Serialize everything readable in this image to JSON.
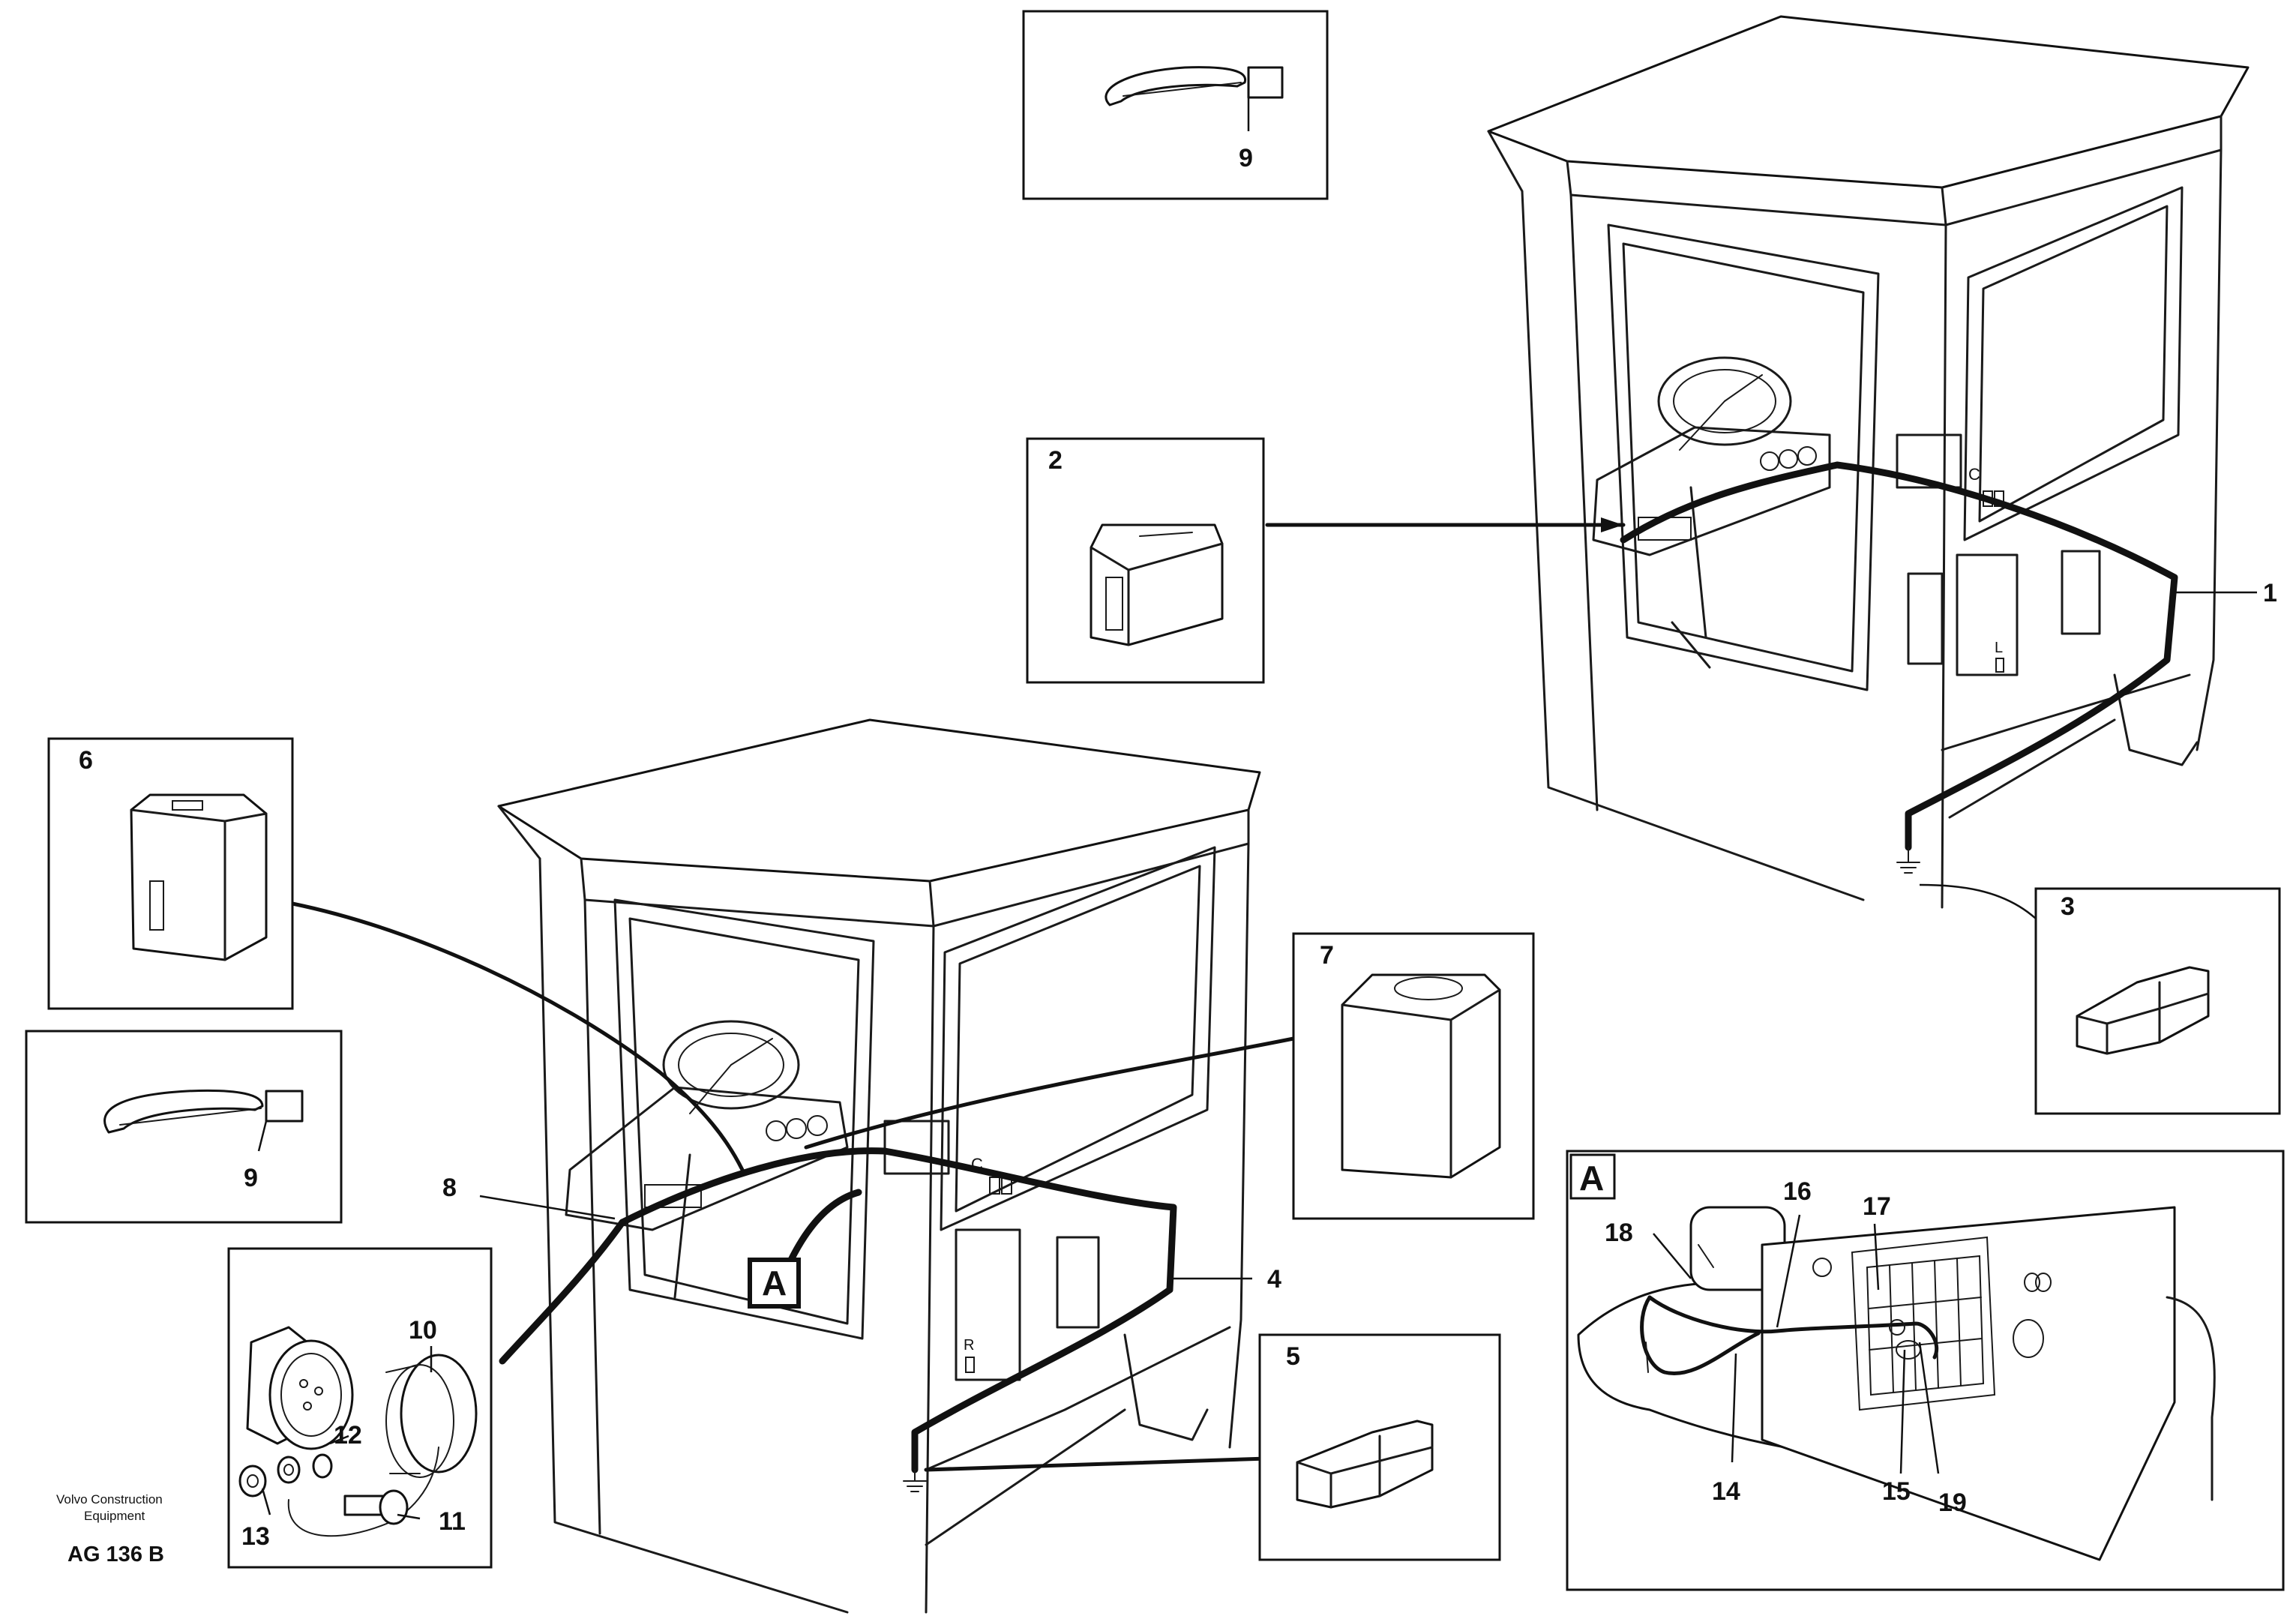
{
  "labels": {
    "part_1": "1",
    "part_2": "2",
    "part_3": "3",
    "part_4": "4",
    "part_5": "5",
    "part_6": "6",
    "part_7": "7",
    "part_8": "8",
    "part_9_top": "9",
    "part_9_left": "9",
    "part_10": "10",
    "part_11": "11",
    "part_12": "12",
    "part_13": "13",
    "part_14": "14",
    "part_15": "15",
    "part_16": "16",
    "part_17": "17",
    "part_18": "18",
    "part_19": "19"
  },
  "detail_marker": "A",
  "detail_box_title": "A",
  "cab_mark_c_upper": "C",
  "cab_mark_c_lower": "C",
  "cab_mark_l": "L",
  "cab_mark_r": "R",
  "footer": {
    "brand_line1": "Volvo Construction",
    "brand_line2": "Equipment",
    "code": "AG 136 B"
  }
}
